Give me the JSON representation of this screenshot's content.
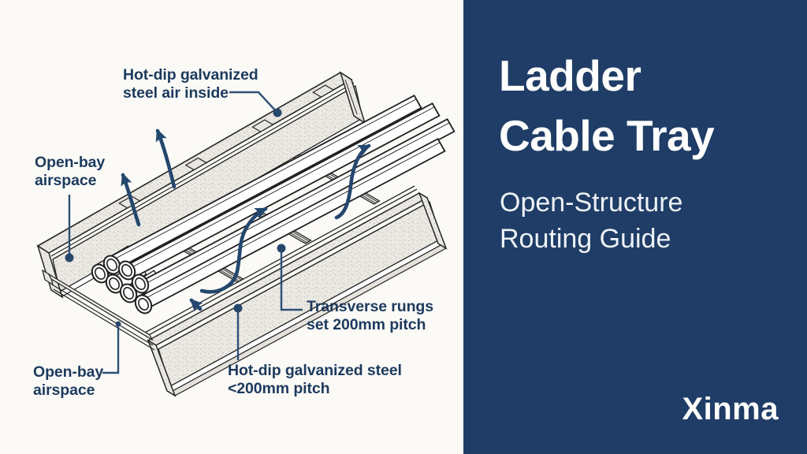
{
  "colors": {
    "background": "#fbfaf7",
    "panel_navy": "#1f3d66",
    "label_ink": "#1d3a5e",
    "arrow_navy": "#24476e",
    "line_dark": "#262626",
    "steel_fill": "#ebe9e3"
  },
  "diagram": {
    "labels": [
      {
        "name": "label-top-rail",
        "lines": [
          "Hot-dip galvanized",
          "steel air inside"
        ]
      },
      {
        "name": "label-open-bay-left",
        "lines": [
          "Open-bay",
          "airspace"
        ]
      },
      {
        "name": "label-open-bay-bottom",
        "lines": [
          "Open-bay",
          "airspace"
        ]
      },
      {
        "name": "label-rungs",
        "lines": [
          "Transverse rungs",
          "set 200mm pitch"
        ]
      },
      {
        "name": "label-bottom-rail",
        "lines": [
          "Hot-dip galvanized steel",
          "<200mm pitch"
        ]
      }
    ]
  },
  "panel": {
    "title_lines": [
      "Ladder",
      "Cable Tray"
    ],
    "subtitle_lines": [
      "Open-Structure",
      "Routing Guide"
    ],
    "brand": "Xinma"
  }
}
